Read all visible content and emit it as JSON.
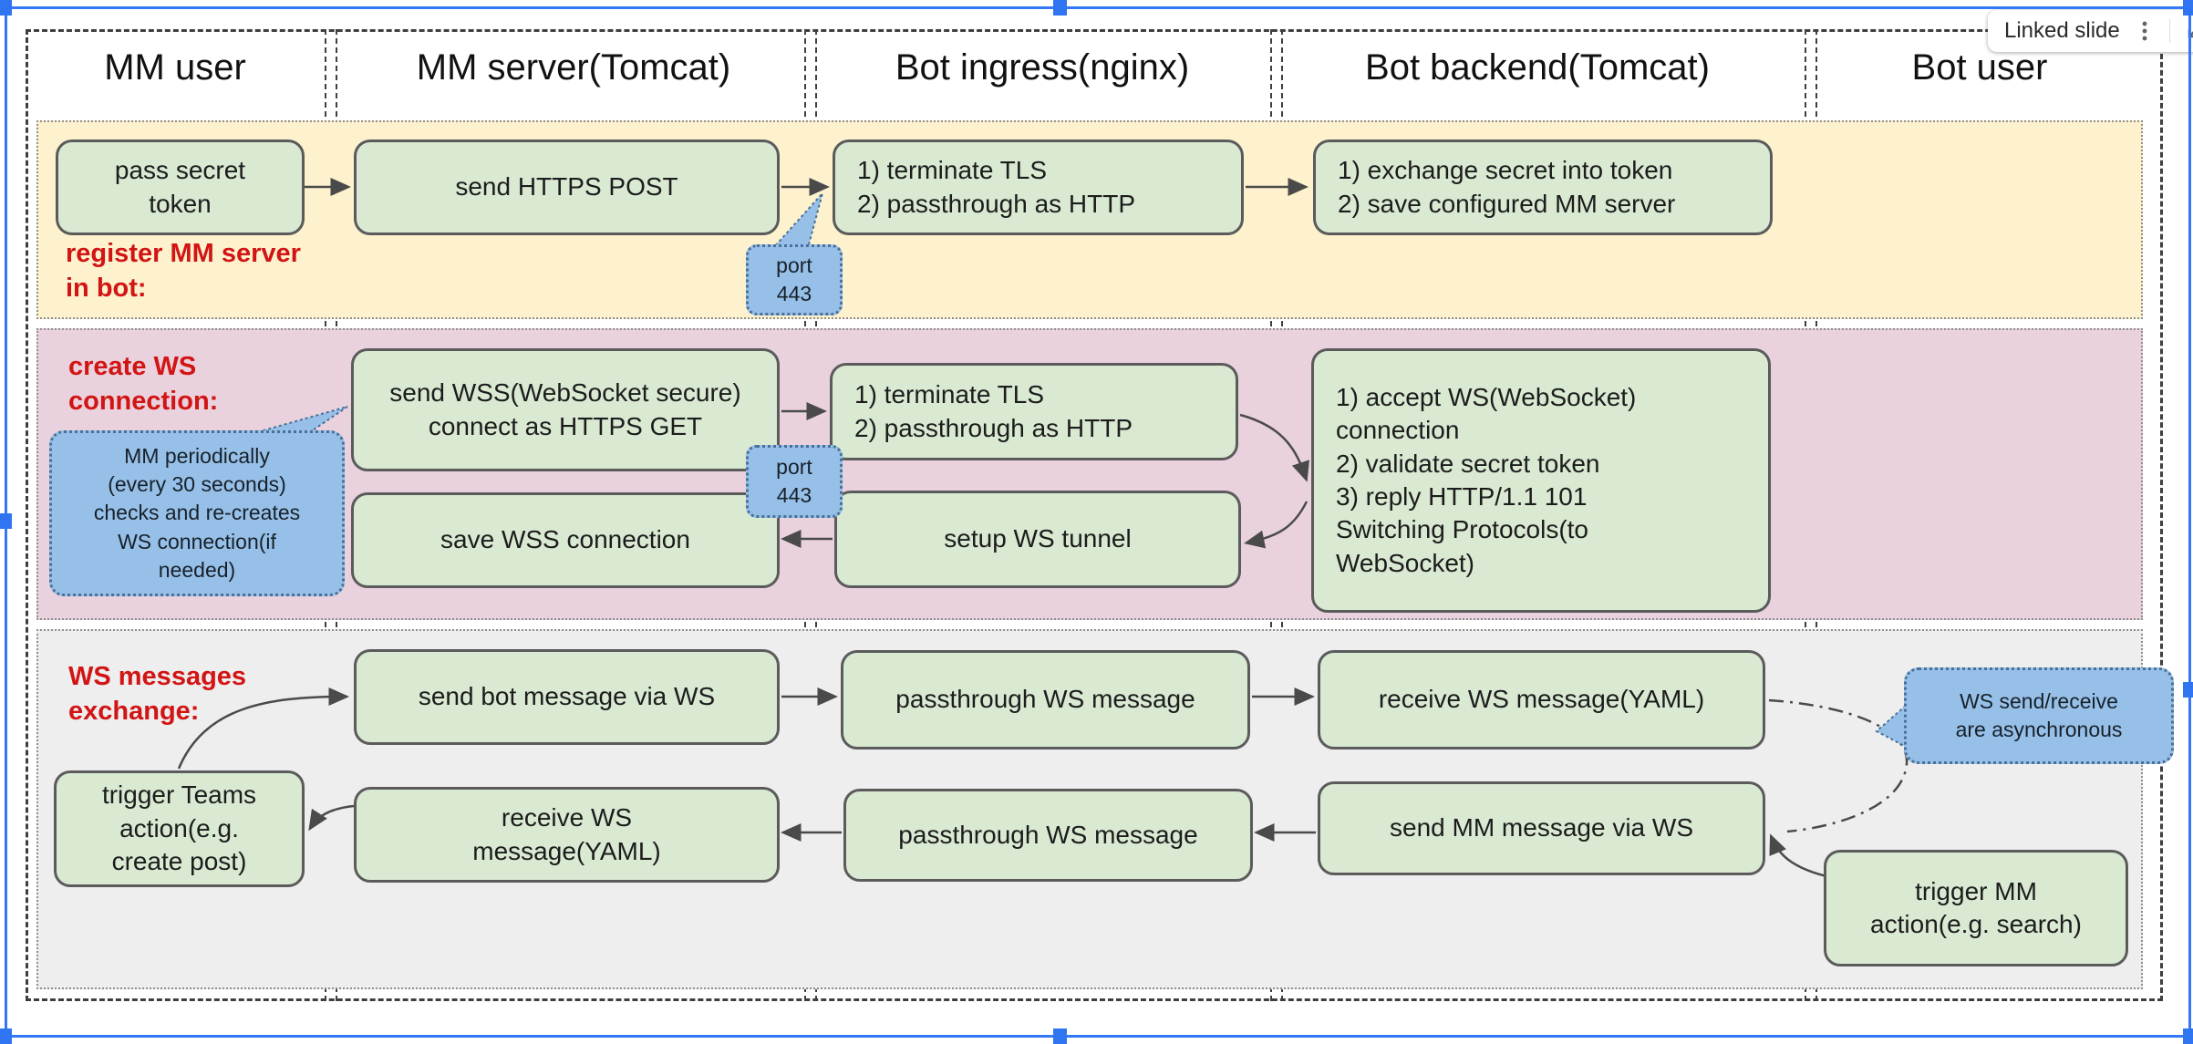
{
  "badge": {
    "label": "Linked slide"
  },
  "lanes": [
    "MM user",
    "MM server(Tomcat)",
    "Bot ingress(nginx)",
    "Bot backend(Tomcat)",
    "Bot user"
  ],
  "rows": [
    {
      "label": "register MM server\nin bot:",
      "color": "#fdf2cd"
    },
    {
      "label": "create WS\nconnection:",
      "color": "#e9d2dd"
    },
    {
      "label": "WS messages\nexchange:",
      "color": "#eeeeee"
    }
  ],
  "boxes": {
    "pass_secret": "pass secret\ntoken",
    "send_https_post": "send HTTPS POST",
    "ingress_r1": "1) terminate TLS\n2) passthrough as HTTP",
    "backend_r1": "1) exchange secret into token\n2) save configured MM server",
    "send_wss": "send WSS(WebSocket secure) connect as HTTPS GET",
    "save_wss": "save WSS connection",
    "ingress_r2": "1) terminate TLS\n2) passthrough as HTTP",
    "setup_tunnel": "setup WS tunnel",
    "backend_r2": "1) accept WS(WebSocket)\nconnection\n2) validate secret token\n3) reply HTTP/1.1 101\nSwitching Protocols(to\nWebSocket)",
    "trigger_teams": "trigger Teams\naction(e.g.\ncreate post)",
    "send_bot_msg": "send bot message via WS",
    "recv_ws_mm": "receive WS\nmessage(YAML)",
    "passthrough_top": "passthrough WS message",
    "passthrough_bot": "passthrough WS message",
    "recv_ws_bot": "receive WS message(YAML)",
    "send_mm_msg": "send MM message via WS",
    "trigger_mm": "trigger MM\naction(e.g. search)"
  },
  "callouts": {
    "port_top": "port\n443",
    "port_mid": "port\n443",
    "mm_periodic": "MM periodically\n(every 30 seconds)\nchecks and re-creates\nWS connection(if\nneeded)",
    "ws_async": "WS send/receive\nare asynchronous"
  },
  "colors": {
    "band_yellow": "#fdf2cd",
    "band_pink": "#e9d2dd",
    "band_gray": "#eeeeee",
    "box_green": "#d9e9d2",
    "callout_blue": "#97c0e8",
    "label_red": "#d21414",
    "selection_blue": "#3478f6"
  }
}
